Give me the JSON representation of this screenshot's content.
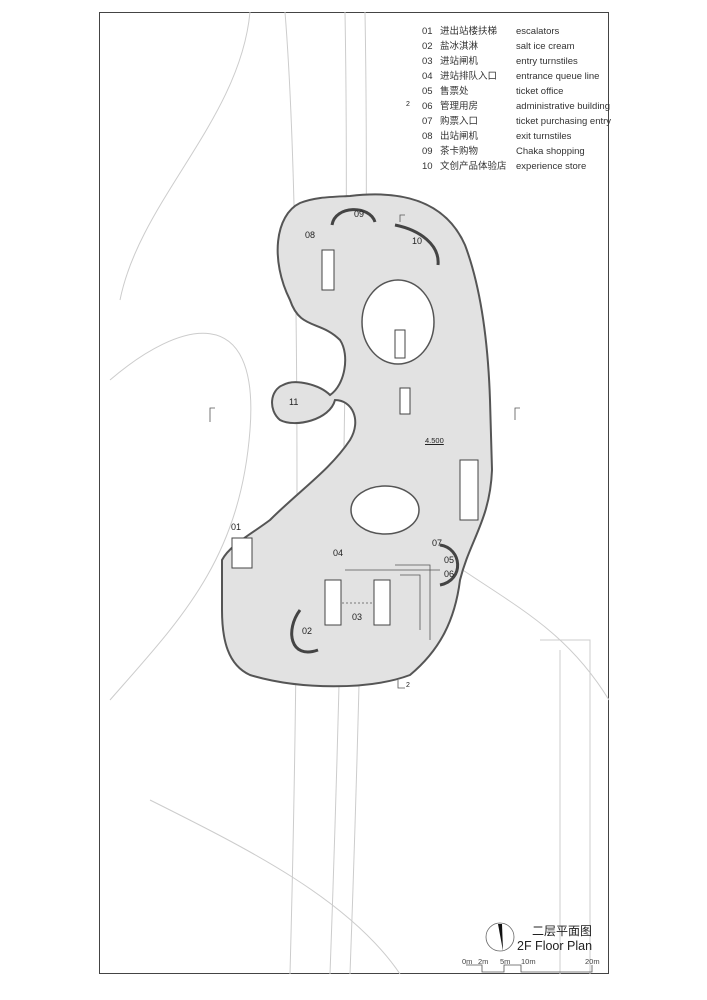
{
  "legend": [
    {
      "num": "01",
      "cn": "进出站楼扶梯",
      "en": "escalators"
    },
    {
      "num": "02",
      "cn": "盐冰淇淋",
      "en": "salt ice cream"
    },
    {
      "num": "03",
      "cn": "进站闸机",
      "en": "entry turnstiles"
    },
    {
      "num": "04",
      "cn": "进站排队入口",
      "en": "entrance queue line"
    },
    {
      "num": "05",
      "cn": "售票处",
      "en": "ticket office"
    },
    {
      "num": "06",
      "cn": "管理用房",
      "en": "administrative building"
    },
    {
      "num": "07",
      "cn": "购票入口",
      "en": "ticket purchasing entry"
    },
    {
      "num": "08",
      "cn": "出站闸机",
      "en": "exit turnstiles"
    },
    {
      "num": "09",
      "cn": "茶卡购物",
      "en": "Chaka shopping"
    },
    {
      "num": "10",
      "cn": "文创产品体验店",
      "en": "experience store"
    }
  ],
  "title": {
    "cn": "二层平面图",
    "en": "2F Floor Plan"
  },
  "scale": [
    "0m",
    "2m",
    "5m",
    "10m",
    "20m"
  ],
  "plan_labels": {
    "l01": "01",
    "l02": "02",
    "l03": "03",
    "l04": "04",
    "l05": "05",
    "l06": "06",
    "l07": "07",
    "l08": "08",
    "l09": "09",
    "l10": "10",
    "l11": "11",
    "elev": "4.500",
    "sec_top": "2",
    "sec_bot": "2"
  }
}
